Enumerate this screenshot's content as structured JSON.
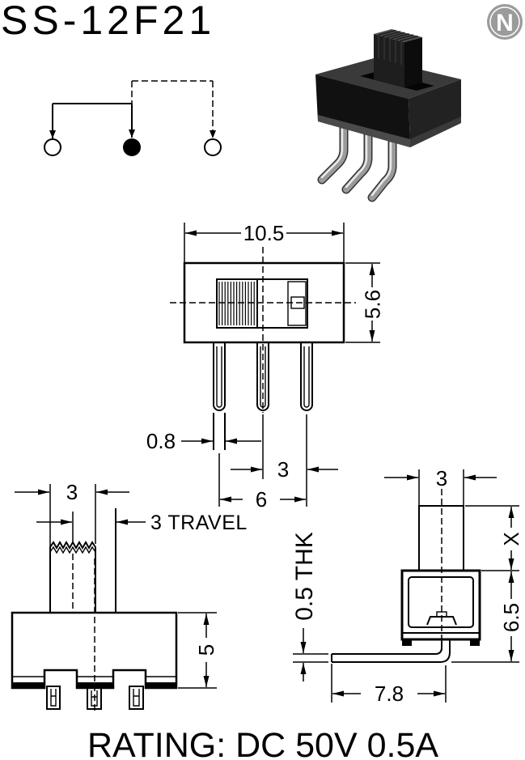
{
  "title": "SS-12F21",
  "logo": {
    "letter": "N",
    "icon": "n-logo"
  },
  "front_view": {
    "width": "10.5",
    "height": "5.6",
    "pin_width": "0.8",
    "pin_pitch": "3",
    "pin_span": "6"
  },
  "side_view": {
    "knob_width": "3",
    "travel": "3 TRAVEL",
    "body_depth": "5"
  },
  "terminal": {
    "thickness": "0.5 THK"
  },
  "end_view": {
    "knob_width": "3",
    "knob_height": "X",
    "height": "6.5",
    "pin_length": "7.8"
  },
  "rating": "RATING: DC 50V 0.5A",
  "colors": {
    "ink": "#000000",
    "background": "#ffffff",
    "logo_gray": "#9b9b9b",
    "body_black": "#111111",
    "pin_metal": "#9a9a9a"
  }
}
